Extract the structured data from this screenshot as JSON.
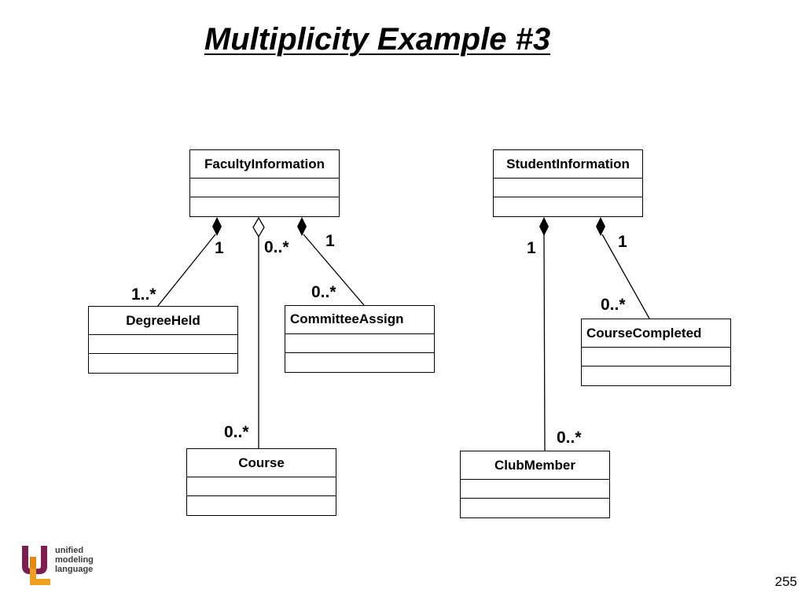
{
  "title": "Multiplicity Example #3",
  "classes": {
    "faculty": "FacultyInformation",
    "student": "StudentInformation",
    "degree": "DegreeHeld",
    "committee": "CommitteeAssign",
    "completed": "CourseCompleted",
    "course": "Course",
    "club": "ClubMember"
  },
  "multiplicities": {
    "faculty_degree_top": "1",
    "faculty_degree_bottom": "1..*",
    "faculty_course_top": "0..*",
    "faculty_course_bottom": "0..*",
    "faculty_committee_top": "1",
    "faculty_committee_bottom": "0..*",
    "student_club_top": "1",
    "student_club_bottom": "0..*",
    "student_completed_top": "1",
    "student_completed_bottom": "0..*"
  },
  "logo": {
    "line1": "unified",
    "line2": "modeling",
    "line3": "language",
    "colors": {
      "u_shape": "#7a1f4f",
      "l_shape": "#f0a020"
    }
  },
  "page_number": "255"
}
